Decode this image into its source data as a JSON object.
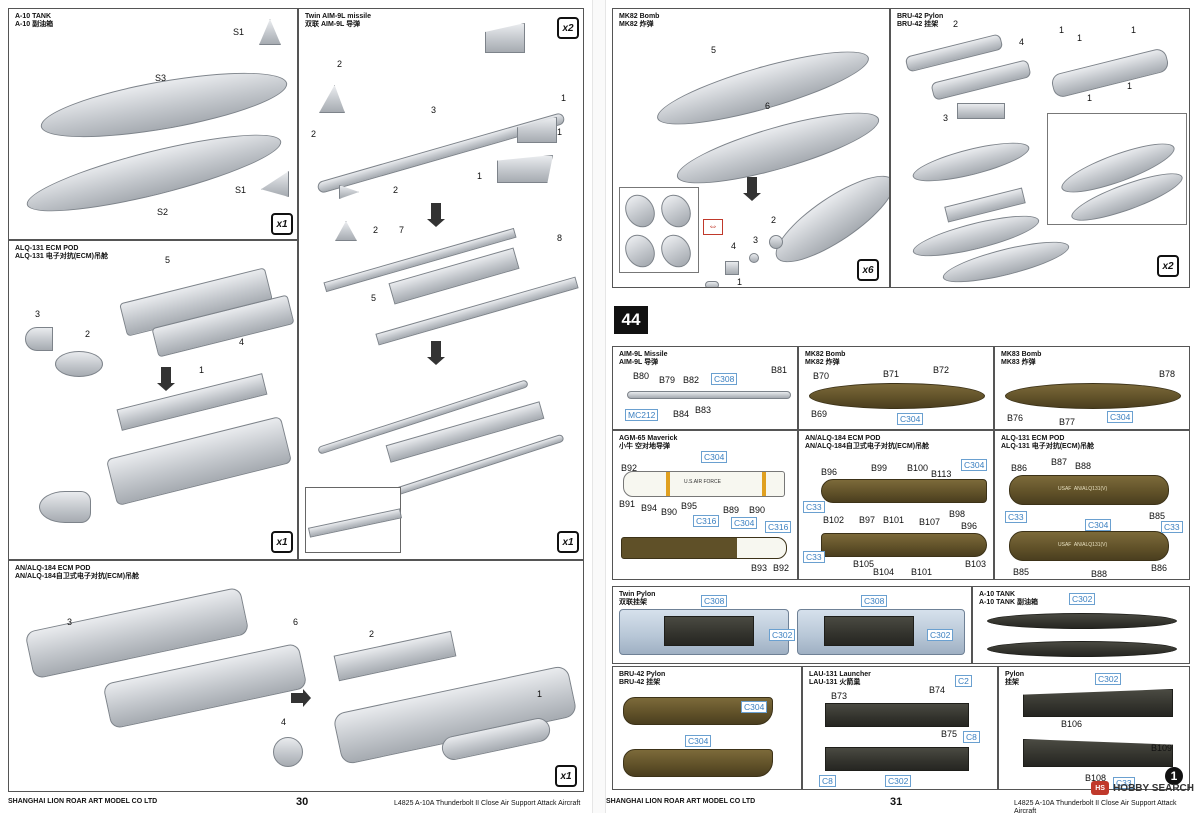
{
  "left_page": {
    "panel_a10tank": {
      "title_en": "A-10 TANK",
      "title_cn": "A-10 副油箱",
      "labels": [
        "S1",
        "S3",
        "S1",
        "S2"
      ],
      "mult": "x1"
    },
    "panel_aim9l": {
      "title_en": "Twin AIM-9L missile",
      "title_cn": "双联 AIM-9L 导弹",
      "mult_top": "x2",
      "mult_bottom": "x1",
      "labels": [
        "2",
        "2",
        "3",
        "1",
        "1",
        "1",
        "2",
        "2",
        "7",
        "5",
        "8"
      ]
    },
    "panel_alq131": {
      "title_en": "ALQ-131 ECM POD",
      "title_cn": "ALQ-131 电子对抗(ECM)吊舱",
      "labels": [
        "5",
        "3",
        "2",
        "4",
        "1"
      ],
      "mult": "x1"
    },
    "panel_alq184": {
      "title_en": "AN/ALQ-184 ECM POD",
      "title_cn": "AN/ALQ-184自卫式电子对抗(ECM)吊舱",
      "labels": [
        "3",
        "6",
        "2",
        "4",
        "1"
      ],
      "mult": "x1"
    },
    "footer_company": "SHANGHAI LION ROAR ART MODEL CO LTD",
    "page_number": "30",
    "footer_product": "L4825 A-10A Thunderbolt II Close Air Support Attack Aircraft"
  },
  "right_page": {
    "panel_mk82": {
      "title_en": "MK82 Bomb",
      "title_cn": "MK82 炸弹",
      "labels": [
        "5",
        "6",
        "3",
        "2",
        "4",
        "1"
      ],
      "mult": "x6"
    },
    "panel_bru42": {
      "title_en": "BRU-42 Pylon",
      "title_cn": "BRU-42 挂架",
      "labels": [
        "2",
        "4",
        "3",
        "1",
        "1",
        "1",
        "1",
        "1"
      ],
      "mult": "x2"
    },
    "step": "44",
    "decal_aim9l": {
      "title_en": "AIM-9L Missile",
      "title_cn": "AIM-9L 导弹",
      "labels": [
        "B80",
        "B79",
        "B82",
        "B81",
        "B84",
        "B83"
      ],
      "colors": [
        "C308",
        "MC212"
      ]
    },
    "decal_mk82": {
      "title_en": "MK82 Bomb",
      "title_cn": "MK82 炸弹",
      "labels": [
        "B70",
        "B71",
        "B72",
        "B69"
      ],
      "colors": [
        "C304"
      ]
    },
    "decal_mk83": {
      "title_en": "MK83 Bomb",
      "title_cn": "MK83 炸弹",
      "labels": [
        "B78",
        "B76",
        "B77"
      ],
      "colors": [
        "C304"
      ]
    },
    "decal_agm65": {
      "title_en": "AGM-65 Maverick",
      "title_cn": "小牛 空对地导弹",
      "labels": [
        "B92",
        "B91",
        "B94",
        "B90",
        "B95",
        "B89",
        "B90",
        "B93",
        "B92"
      ],
      "colors": [
        "C304",
        "C316",
        "C304",
        "C316"
      ],
      "stencil": "U.S.AIR FORCE"
    },
    "decal_alq184": {
      "title_en": "AN/ALQ-184 ECM POD",
      "title_cn": "AN/ALQ-184自卫式电子对抗(ECM)吊舱",
      "labels": [
        "B96",
        "B99",
        "B100",
        "B113",
        "B102",
        "B97",
        "B101",
        "B107",
        "B98",
        "B96",
        "B105",
        "B104",
        "B101",
        "B103"
      ],
      "colors": [
        "C304",
        "C33",
        "C33"
      ]
    },
    "decal_alq131": {
      "title_en": "ALQ-131 ECM POD",
      "title_cn": "ALQ-131 电子对抗(ECM)吊舱",
      "labels": [
        "B86",
        "B87",
        "B88",
        "B85",
        "B85",
        "B88",
        "B86"
      ],
      "colors": [
        "C33",
        "C304",
        "C33"
      ],
      "stencil_top": "USAF  AN/ALQ131(V)",
      "stencil_bottom": "USAF  AN/ALQ131(V)"
    },
    "decal_twinpylon": {
      "title_en": "Twin Pylon",
      "title_cn": "双联挂架",
      "colors": [
        "C308",
        "C308",
        "C302",
        "C302"
      ]
    },
    "decal_a10tank": {
      "title_en": "A-10 TANK",
      "title_cn": "A-10 TANK 副油箱",
      "colors": [
        "C302"
      ]
    },
    "decal_bru42": {
      "title_en": "BRU-42 Pylon",
      "title_cn": "BRU-42 挂架",
      "colors": [
        "C304",
        "C304"
      ]
    },
    "decal_lau131": {
      "title_en": "LAU-131 Launcher",
      "title_cn": "LAU-131 火箭巢",
      "labels": [
        "B73",
        "B74",
        "B75"
      ],
      "colors": [
        "C2",
        "C8",
        "C8",
        "C302"
      ]
    },
    "decal_pylon": {
      "title_en": "Pylon",
      "title_cn": "挂架",
      "labels": [
        "B106",
        "B109",
        "B108"
      ],
      "colors": [
        "C302",
        "C33"
      ]
    },
    "footer_company": "SHANGHAI LION ROAR ART MODEL CO LTD",
    "page_number": "31",
    "footer_product": "L4825 A-10A Thunderbolt II Close Air Support Attack Aircraft",
    "badge": "1",
    "watermark_text": "HOBBY SEARCH",
    "watermark_logo": "HS"
  }
}
